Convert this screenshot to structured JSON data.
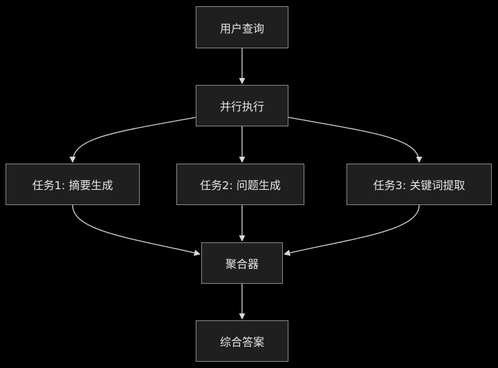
{
  "nodes": {
    "query": "用户查询",
    "parallel": "并行执行",
    "task1": "任务1: 摘要生成",
    "task2": "任务2: 问题生成",
    "task3": "任务3: 关键词提取",
    "aggregator": "聚合器",
    "answer": "综合答案"
  },
  "edges": [
    [
      "query",
      "parallel"
    ],
    [
      "parallel",
      "task1"
    ],
    [
      "parallel",
      "task2"
    ],
    [
      "parallel",
      "task3"
    ],
    [
      "task1",
      "aggregator"
    ],
    [
      "task2",
      "aggregator"
    ],
    [
      "task3",
      "aggregator"
    ],
    [
      "aggregator",
      "answer"
    ]
  ],
  "colors": {
    "background": "#000000",
    "node_fill": "#1f1f1f",
    "node_border": "#8c8c8c",
    "text": "#e6e6e6",
    "edge": "#d9d9d9"
  }
}
